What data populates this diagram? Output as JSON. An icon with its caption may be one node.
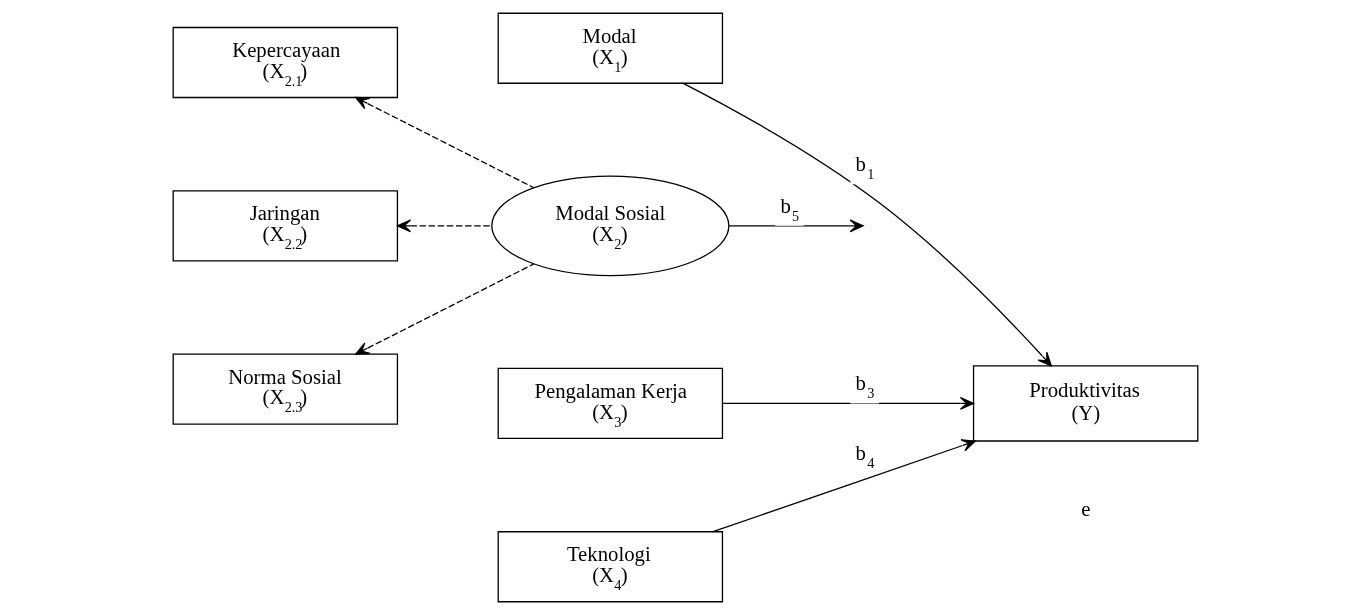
{
  "diagram": {
    "nodes": [
      {
        "text": [
          "Kepercayaan",
          "(X$_{2.1}$)"
        ]
      },
      {
        "text": [
          "Modal",
          "(X$_{1}$)"
        ]
      },
      {
        "text": [
          "Jaringan",
          "(X$_{2.2}$)"
        ]
      },
      {
        "text": [
          "Modal Sosial",
          "(X$_{2}$)"
        ]
      },
      {
        "text": [
          "Norma Sosial",
          "(X$_{2.3}$)"
        ]
      },
      {
        "text": [
          "Pengalaman Kerja",
          "(X$_{3}$)"
        ]
      },
      {
        "text": [
          "Teknologi",
          "(X$_{4}$)"
        ]
      },
      {
        "text": [
          "Produktivitas",
          "(Y)"
        ],
        "beside": [
          "e"
        ]
      }
    ],
    "edges": [
      {
        "from": 3,
        "to": 0,
        "arrow": "to",
        "style": "dashed"
      },
      {
        "from": 3,
        "to": 2,
        "arrow": "to",
        "style": "dashed"
      },
      {
        "from": 3,
        "to": 4,
        "arrow": "to",
        "style": "dashed"
      },
      {
        "from": 1,
        "to": 7,
        "arrow": "to",
        "label": "b$_{1}$"
      },
      {
        "from": 3,
        "to": null,
        "arrow": "to",
        "label": "b$_{5}$"
      },
      {
        "from": 5,
        "to": 7,
        "arrow": "to",
        "label": "b$_{3}$"
      },
      {
        "from": 6,
        "to": 7,
        "arrow": "to",
        "label": "b$_{4}$"
      }
    ]
  }
}
